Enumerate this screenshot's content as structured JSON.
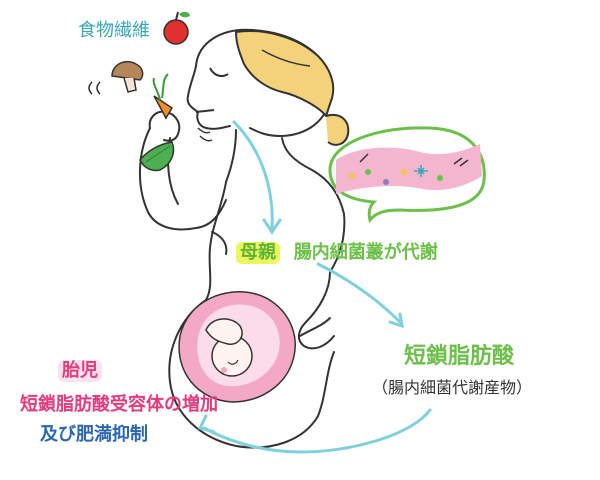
{
  "labels": {
    "dietary_fiber": "食物繊維",
    "mother": "母親",
    "gut_flora_metabolism": "腸内細菌叢が代謝",
    "scfa": "短鎖脂肪酸",
    "scfa_note": "（腸内細菌代謝産物）",
    "fetus": "胎児",
    "fetus_effect_1": "短鎖脂肪酸受容体の増加",
    "fetus_effect_2": "及び肥満抑制"
  },
  "colors": {
    "accent_teal": "#3aa6b9",
    "accent_green": "#6cc04a",
    "accent_pink": "#e33b7e",
    "accent_blue": "#2a67b0",
    "arrow": "#7fd0df",
    "hair": "#f3d27a",
    "intestine": "#f4b6cf",
    "womb": "#f3a8c4"
  },
  "icons": [
    "apple-icon",
    "mushroom-icon",
    "carrot-icon",
    "lettuce-icon",
    "fork-icon",
    "intestine-bubble-icon",
    "fetus-icon"
  ]
}
